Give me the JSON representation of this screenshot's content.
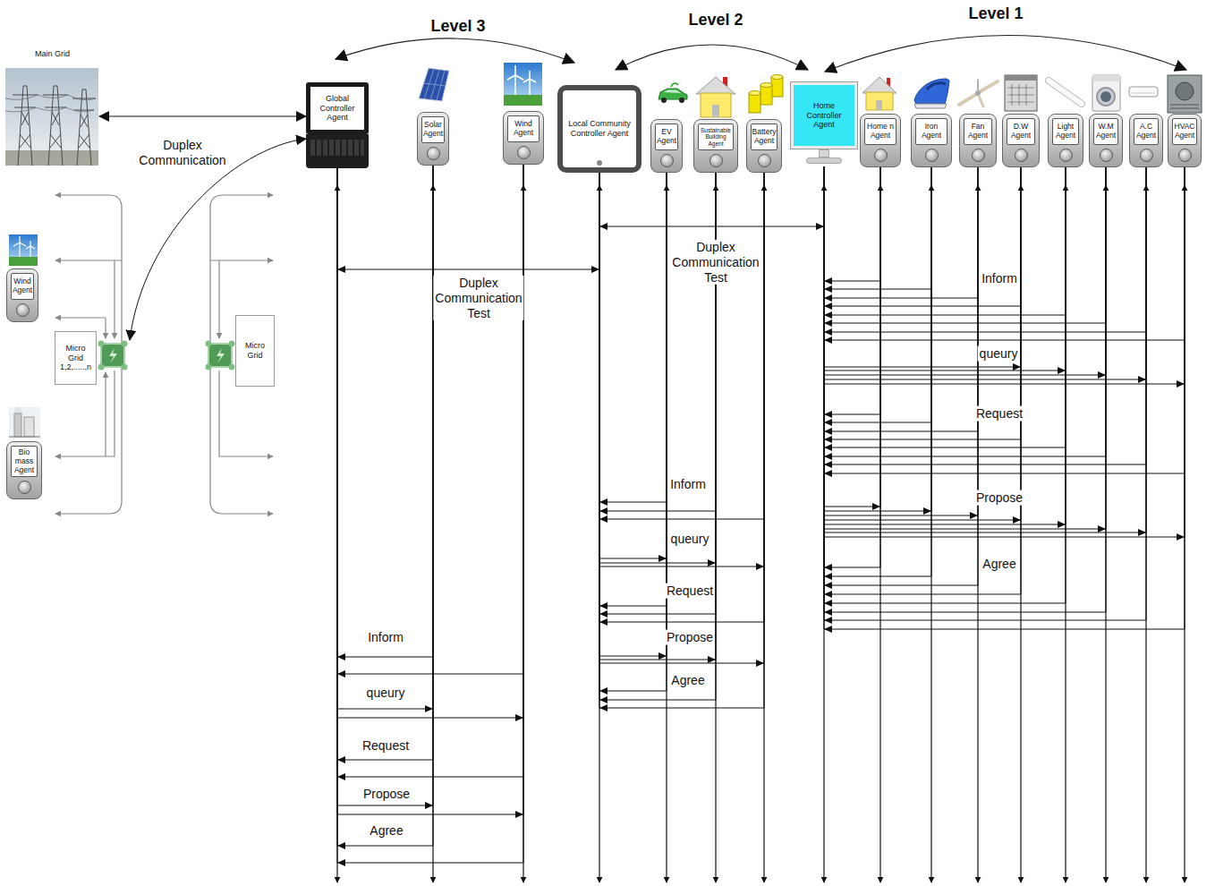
{
  "diagram": {
    "nodes": [
      {
        "text": [
          "Main Grid"
        ]
      },
      {
        "text": [
          "Global Controller Agent"
        ]
      },
      {
        "text": [
          "Solar Agent"
        ]
      },
      {
        "text": [
          "Wind Agent"
        ]
      },
      {
        "text": [
          "Local Community Controller Agent"
        ]
      },
      {
        "text": [
          "EV Agent"
        ]
      },
      {
        "text": [
          "Sustainable Building Agent"
        ]
      },
      {
        "text": [
          "Battery Agent"
        ]
      },
      {
        "text": [
          "Home Controller Agent"
        ]
      },
      {
        "text": [
          "Home n Agent"
        ]
      },
      {
        "text": [
          "Iron Agent"
        ]
      },
      {
        "text": [
          "Fan Agent"
        ]
      },
      {
        "text": [
          "D.W Agent"
        ]
      },
      {
        "text": [
          "Light Agent"
        ]
      },
      {
        "text": [
          "W.M Agent"
        ]
      },
      {
        "text": [
          "A.C Agent"
        ]
      },
      {
        "text": [
          "HVAC Agent"
        ]
      },
      {
        "text": [
          "Wind Agent"
        ]
      },
      {
        "text": [
          "Micro Grid 1,2,.....,n"
        ]
      },
      {
        "text": [
          "Micro Grid"
        ]
      },
      {
        "text": [
          "Bio mass Agent"
        ]
      }
    ],
    "edges": [
      {
        "from": 0,
        "to": 1,
        "label": "Duplex Communication",
        "arrow": "both"
      },
      {
        "from": 1,
        "to": 18,
        "arrow": "both"
      },
      {
        "from": 4,
        "to": 8,
        "label": "Duplex Communication Test",
        "arrow": "both"
      },
      {
        "from": 1,
        "to": 4,
        "label": "Duplex Communication Test",
        "arrow": "both"
      },
      {
        "from": 9,
        "to": 8,
        "label": "Inform",
        "arrow": "to"
      },
      {
        "from": 10,
        "to": 8,
        "arrow": "to"
      },
      {
        "from": 11,
        "to": 8,
        "arrow": "to"
      },
      {
        "from": 12,
        "to": 8,
        "arrow": "to"
      },
      {
        "from": 13,
        "to": 8,
        "arrow": "to"
      },
      {
        "from": 14,
        "to": 8,
        "arrow": "to"
      },
      {
        "from": 15,
        "to": 8,
        "arrow": "to"
      },
      {
        "from": 16,
        "to": 8,
        "arrow": "to"
      },
      {
        "from": 8,
        "to": 12,
        "label": "queury",
        "arrow": "to"
      },
      {
        "from": 8,
        "to": 13,
        "arrow": "to"
      },
      {
        "from": 8,
        "to": 14,
        "arrow": "to"
      },
      {
        "from": 8,
        "to": 15,
        "arrow": "to"
      },
      {
        "from": 8,
        "to": 16,
        "arrow": "to"
      },
      {
        "from": 9,
        "to": 8,
        "label": "Request",
        "arrow": "to"
      },
      {
        "from": 10,
        "to": 8,
        "arrow": "to"
      },
      {
        "from": 11,
        "to": 8,
        "arrow": "to"
      },
      {
        "from": 12,
        "to": 8,
        "arrow": "to"
      },
      {
        "from": 13,
        "to": 8,
        "arrow": "to"
      },
      {
        "from": 14,
        "to": 8,
        "arrow": "to"
      },
      {
        "from": 15,
        "to": 8,
        "arrow": "to"
      },
      {
        "from": 16,
        "to": 8,
        "arrow": "to"
      },
      {
        "from": 8,
        "to": 9,
        "label": "Propose",
        "arrow": "to"
      },
      {
        "from": 8,
        "to": 10,
        "arrow": "to"
      },
      {
        "from": 8,
        "to": 11,
        "arrow": "to"
      },
      {
        "from": 8,
        "to": 12,
        "arrow": "to"
      },
      {
        "from": 8,
        "to": 13,
        "arrow": "to"
      },
      {
        "from": 8,
        "to": 14,
        "arrow": "to"
      },
      {
        "from": 8,
        "to": 15,
        "arrow": "to"
      },
      {
        "from": 8,
        "to": 16,
        "arrow": "to"
      },
      {
        "from": 9,
        "to": 8,
        "label": "Agree",
        "arrow": "to"
      },
      {
        "from": 10,
        "to": 8,
        "arrow": "to"
      },
      {
        "from": 11,
        "to": 8,
        "arrow": "to"
      },
      {
        "from": 12,
        "to": 8,
        "arrow": "to"
      },
      {
        "from": 13,
        "to": 8,
        "arrow": "to"
      },
      {
        "from": 14,
        "to": 8,
        "arrow": "to"
      },
      {
        "from": 15,
        "to": 8,
        "arrow": "to"
      },
      {
        "from": 16,
        "to": 8,
        "arrow": "to"
      },
      {
        "from": 5,
        "to": 4,
        "label": "Inform",
        "arrow": "to"
      },
      {
        "from": 6,
        "to": 4,
        "arrow": "to"
      },
      {
        "from": 7,
        "to": 4,
        "arrow": "to"
      },
      {
        "from": 4,
        "to": 5,
        "label": "queury",
        "arrow": "to"
      },
      {
        "from": 4,
        "to": 6,
        "arrow": "to"
      },
      {
        "from": 4,
        "to": 7,
        "arrow": "to"
      },
      {
        "from": 5,
        "to": 4,
        "label": "Request",
        "arrow": "to"
      },
      {
        "from": 6,
        "to": 4,
        "arrow": "to"
      },
      {
        "from": 7,
        "to": 4,
        "arrow": "to"
      },
      {
        "from": 4,
        "to": 5,
        "label": "Propose",
        "arrow": "to"
      },
      {
        "from": 4,
        "to": 6,
        "arrow": "to"
      },
      {
        "from": 4,
        "to": 7,
        "arrow": "to"
      },
      {
        "from": 5,
        "to": 4,
        "label": "Agree",
        "arrow": "to"
      },
      {
        "from": 6,
        "to": 4,
        "arrow": "to"
      },
      {
        "from": 7,
        "to": 4,
        "arrow": "to"
      },
      {
        "from": 2,
        "to": 1,
        "label": "Inform",
        "arrow": "to"
      },
      {
        "from": 3,
        "to": 1,
        "arrow": "to"
      },
      {
        "from": 1,
        "to": 2,
        "label": "queury",
        "arrow": "to"
      },
      {
        "from": 1,
        "to": 3,
        "arrow": "to"
      },
      {
        "from": 2,
        "to": 1,
        "label": "Request",
        "arrow": "to"
      },
      {
        "from": 3,
        "to": 1,
        "arrow": "to"
      },
      {
        "from": 1,
        "to": 2,
        "label": "Propose",
        "arrow": "to"
      },
      {
        "from": 1,
        "to": 3,
        "arrow": "to"
      },
      {
        "from": 2,
        "to": 1,
        "label": "Agree",
        "arrow": "to"
      },
      {
        "from": 3,
        "to": 1,
        "arrow": "to"
      }
    ],
    "labels": [
      "Level 3",
      "Level 2",
      "Level 1"
    ]
  }
}
